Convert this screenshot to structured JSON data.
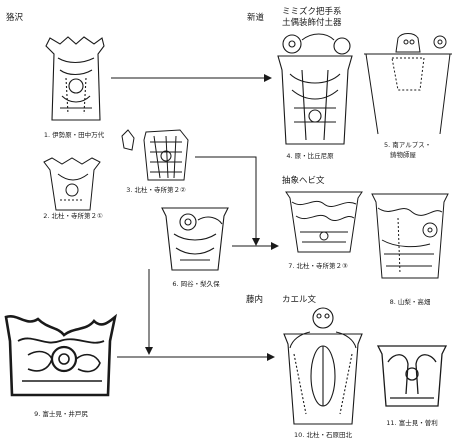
{
  "sections": {
    "toroku": "狢沢",
    "shindo": "新道",
    "mimizuku": "ミミズク把手系",
    "dogu": "土偶装飾付土器",
    "chusho": "抽象ヘビ文",
    "todonai": "藤内",
    "kaeru": "カエル文"
  },
  "figures": [
    {
      "id": 1,
      "label": "1. 伊勢原・田中万代"
    },
    {
      "id": 2,
      "label": "2. 北杜・寺所第２①"
    },
    {
      "id": 3,
      "label": "3. 北杜・寺所第２②"
    },
    {
      "id": 4,
      "label": "4. 原・比丘尼原"
    },
    {
      "id": 5,
      "label_line1": "5. 南アルプス・",
      "label_line2": "鋳物師屋"
    },
    {
      "id": 6,
      "label": "6. 岡谷・梨久保"
    },
    {
      "id": 7,
      "label": "7. 北杜・寺所第２③"
    },
    {
      "id": 8,
      "label": "8. 山梨・高畑"
    },
    {
      "id": 9,
      "label": "9. 富士見・井戸尻"
    },
    {
      "id": 10,
      "label": "10. 北杜・石原田北"
    },
    {
      "id": 11,
      "label": "11. 富士見・曽利"
    }
  ],
  "colors": {
    "line": "#1a1a1a",
    "paper": "#ffffff"
  }
}
